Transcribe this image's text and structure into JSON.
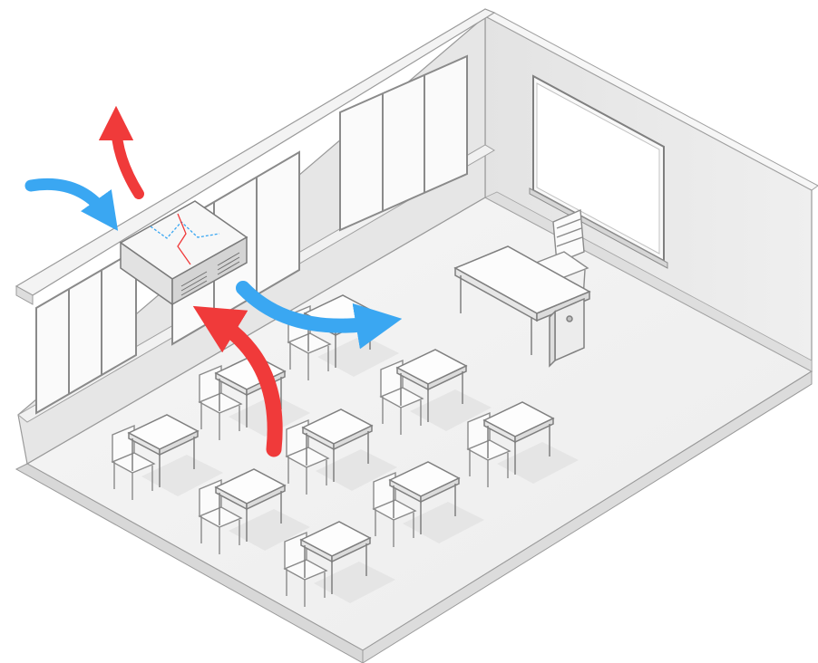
{
  "diagram": {
    "subject": "classroom-ventilation-unit",
    "colors": {
      "supply_air": "#3aa7f2",
      "extract_air": "#f03a3a",
      "wall": "#e9e9e9",
      "wall_shade": "#d2d2d2",
      "floor": "#f4f4f4",
      "line": "#8c8c8c",
      "furniture": "#fbfbfb"
    },
    "airflows": [
      {
        "id": "outdoor-air-intake",
        "kind": "supply"
      },
      {
        "id": "exhaust-air-outlet",
        "kind": "extract"
      },
      {
        "id": "supply-air-into-room",
        "kind": "supply"
      },
      {
        "id": "extract-air-from-room",
        "kind": "extract"
      }
    ],
    "furniture": {
      "student_desks": 9,
      "student_chairs": 9,
      "teacher_desk": 1,
      "teacher_chair": 1,
      "whiteboard": 1,
      "ventilation_unit": 1
    }
  }
}
